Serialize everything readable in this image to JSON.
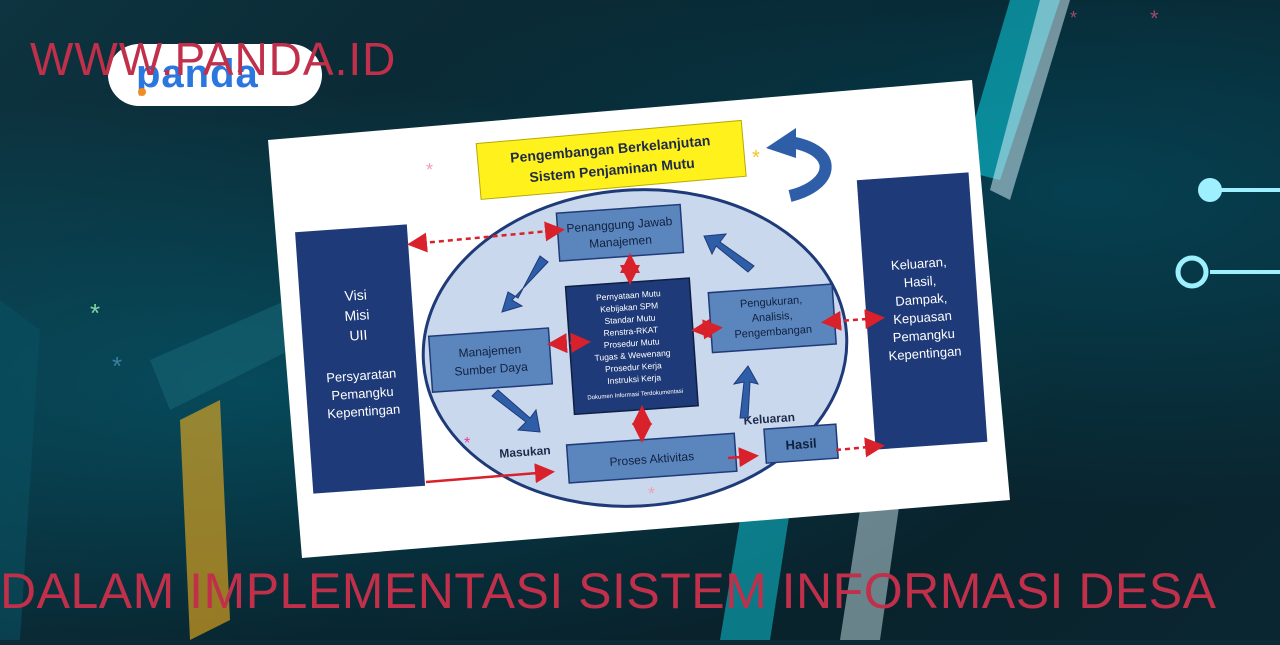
{
  "header": {
    "site_url": "WWW.PANDA.ID",
    "logo_text": "panda"
  },
  "diagram": {
    "title_line1": "Pengembangan Berkelanjutan",
    "title_line2": "Sistem Penjaminan Mutu",
    "left_panel": [
      "Visi",
      "Misi",
      "UII",
      "",
      "Persyaratan",
      "Pemangku",
      "Kepentingan"
    ],
    "right_panel": [
      "Keluaran,",
      "Hasil,",
      "Dampak,",
      "Kepuasan",
      "Pemangku",
      "Kepentingan"
    ],
    "top_box": [
      "Penanggung Jawab",
      "Manajemen"
    ],
    "left_box": [
      "Manajemen",
      "Sumber Daya"
    ],
    "right_box": [
      "Pengukuran,",
      "Analisis,",
      "Pengembangan"
    ],
    "center_box": [
      "Pernyataan Mutu",
      "Kebijakan SPM",
      "Standar Mutu",
      "Renstra-RKAT",
      "Prosedur Mutu",
      "Tugas & Wewenang",
      "Prosedur Kerja",
      "Instruksi Kerja",
      "Dokumen Informasi Terdokumentasi"
    ],
    "bottom_box": "Proses Aktivitas",
    "output_box": "Hasil",
    "label_input": "Masukan",
    "label_output": "Keluaran"
  },
  "footer": {
    "caption": "DALAM IMPLEMENTASI SISTEM INFORMASI DESA"
  },
  "colors": {
    "accent_red": "#c0304a",
    "box_blue": "#5b86bd",
    "panel_navy": "#1f3a78",
    "title_yellow": "#fff21c",
    "ellipse": "#c9d8ec"
  }
}
